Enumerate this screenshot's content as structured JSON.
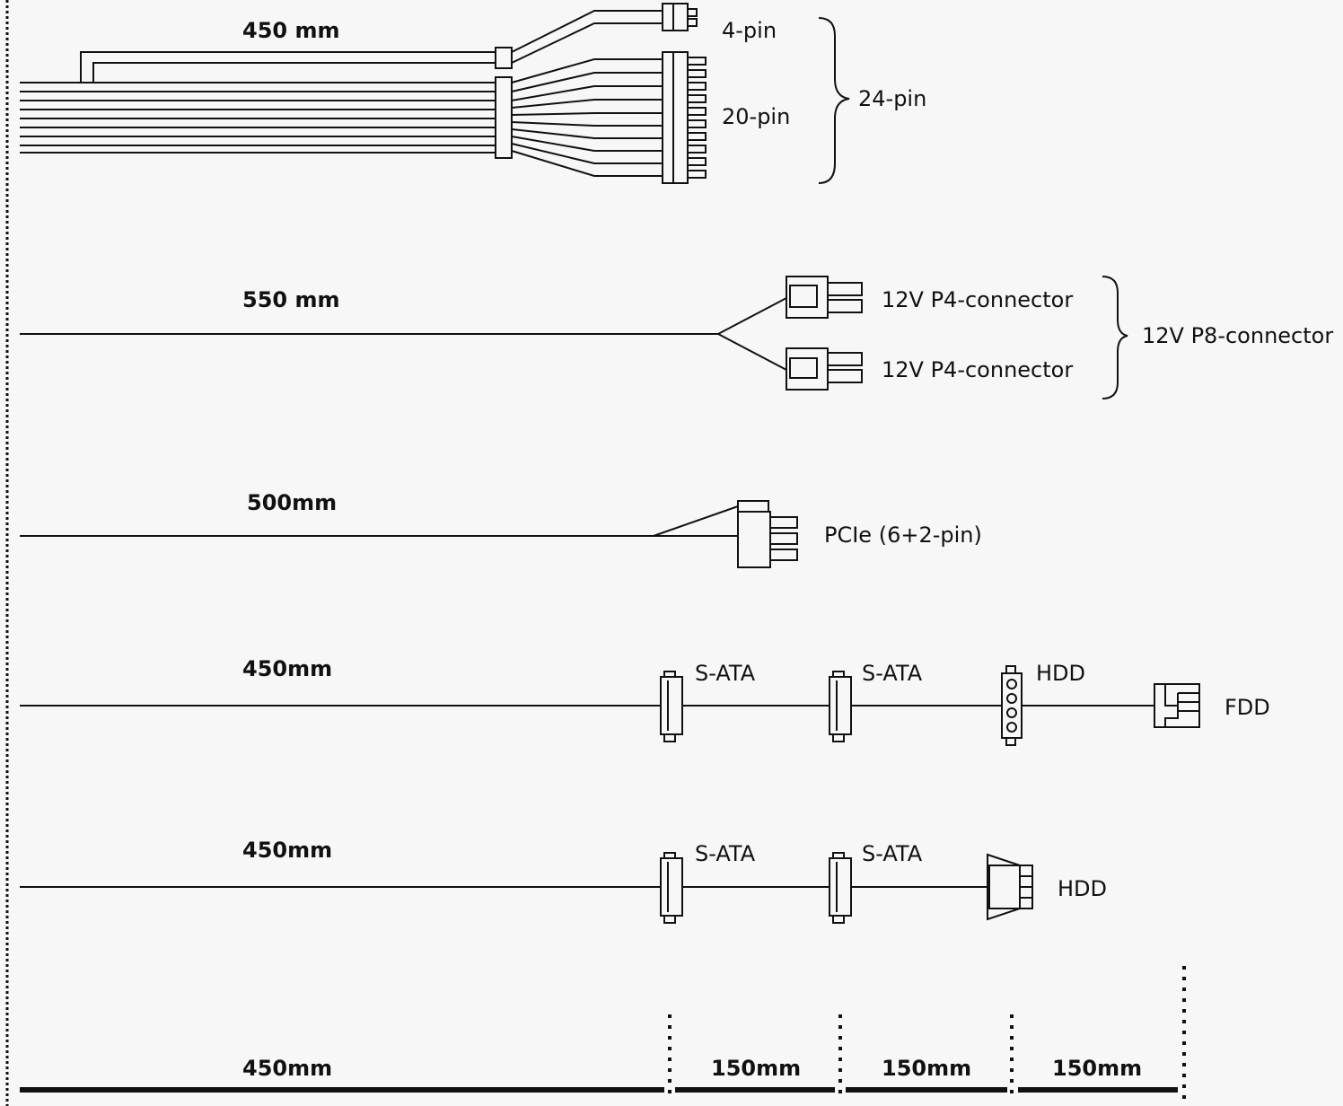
{
  "cables": {
    "atx": {
      "length": "450 mm",
      "pin4": "4-pin",
      "pin20": "20-pin",
      "pin24": "24-pin"
    },
    "cpu": {
      "length": "550 mm",
      "p4a": "12V P4-connector",
      "p4b": "12V P4-connector",
      "p8": "12V P8-connector"
    },
    "pcie": {
      "length": "500mm",
      "label": "PCIe (6+2-pin)"
    },
    "periph1": {
      "length": "450mm",
      "sata1": "S-ATA",
      "sata2": "S-ATA",
      "hdd": "HDD",
      "fdd": "FDD"
    },
    "periph2": {
      "length": "450mm",
      "sata1": "S-ATA",
      "sata2": "S-ATA",
      "hdd": "HDD"
    }
  },
  "scale": {
    "seg1": "450mm",
    "seg2": "150mm",
    "seg3": "150mm",
    "seg4": "150mm"
  }
}
